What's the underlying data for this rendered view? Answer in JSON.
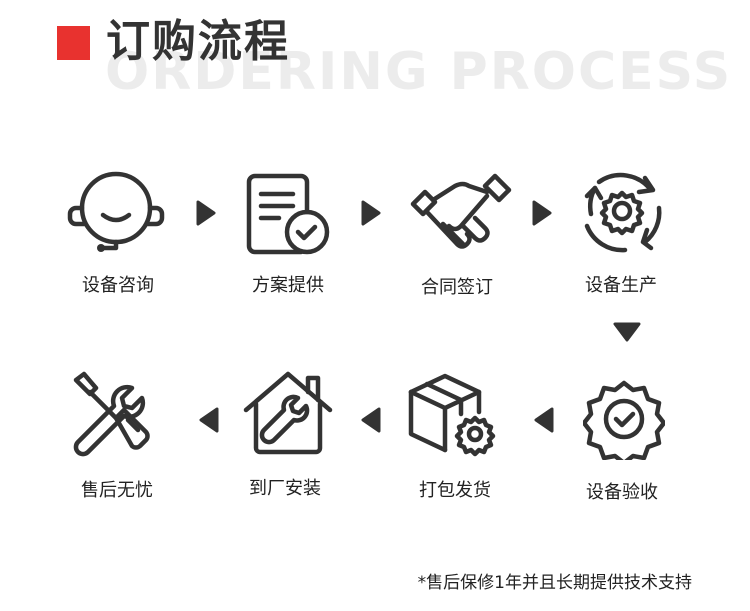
{
  "header": {
    "title": "订购流程",
    "subtitle": "ORDERING PROCESS"
  },
  "steps": [
    {
      "label": "设备咨询",
      "icon": "headset-icon"
    },
    {
      "label": "方案提供",
      "icon": "document-check-icon"
    },
    {
      "label": "合同签订",
      "icon": "handshake-icon"
    },
    {
      "label": "设备生产",
      "icon": "gear-cycle-icon"
    },
    {
      "label": "设备验收",
      "icon": "badge-check-icon"
    },
    {
      "label": "打包发货",
      "icon": "package-gear-icon"
    },
    {
      "label": "到厂安装",
      "icon": "house-wrench-icon"
    },
    {
      "label": "售后无忧",
      "icon": "tools-icon"
    }
  ],
  "footnote": "*售后保修1年并且长期提供技术支持",
  "colors": {
    "accent": "#e8322f",
    "ink": "#333333",
    "watermark": "#ececec"
  }
}
